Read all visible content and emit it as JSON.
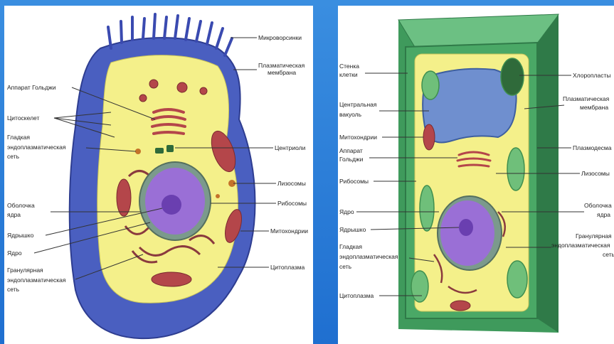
{
  "animal_cell": {
    "labels": {
      "microvilli": "Микроворсинки",
      "plasma_membrane_1": "Плазматическая",
      "plasma_membrane_2": "мембрана",
      "golgi": "Аппарат Гольджи",
      "cytoskeleton": "Цитоскелет",
      "smooth_er_1": "Гладкая",
      "smooth_er_2": "эндоплазматическая",
      "smooth_er_3": "сеть",
      "centrioles": "Центриоли",
      "lysosomes": "Лизосомы",
      "ribosomes": "Рибосомы",
      "nuclear_envelope_1": "Оболочка",
      "nuclear_envelope_2": "ядра",
      "nucleolus": "Ядрышко",
      "nucleus": "Ядро",
      "mitochondria": "Митохондрии",
      "rough_er_1": "Гранулярная",
      "rough_er_2": "эндоплазматическая",
      "rough_er_3": "сеть",
      "cytoplasm": "Цитоплазма"
    }
  },
  "plant_cell": {
    "labels": {
      "cell_wall_1": "Стенка",
      "cell_wall_2": "клетки",
      "central_vacuole_1": "Центральная",
      "central_vacuole_2": "вакуоль",
      "mitochondria": "Митохондрии",
      "golgi_1": "Аппарат",
      "golgi_2": "Гольджи",
      "ribosomes": "Рибосомы",
      "nucleus": "Ядро",
      "nucleolus": "Ядрышко",
      "smooth_er_1": "Гладкая",
      "smooth_er_2": "эндоплазматическая",
      "smooth_er_3": "сеть",
      "cytoplasm": "Цитоплазма",
      "chloroplasts": "Хлоропласты",
      "plasma_membrane_1": "Плазматическая",
      "plasma_membrane_2": "мембрана",
      "plasmodesmata": "Плазмодесма",
      "lysosomes": "Лизосомы",
      "nuclear_envelope_1": "Оболочка",
      "nuclear_envelope_2": "ядра",
      "rough_er_1": "Гранулярная",
      "rough_er_2": "эндоплазматическая",
      "rough_er_3": "сеть"
    }
  },
  "colors": {
    "background": "#2f7fd6",
    "animal_membrane": "#4a5fc0",
    "cytoplasm": "#f4f08a",
    "nucleus": "#9a6fd6",
    "plant_wall": "#4aa866",
    "vacuole": "#6f8fcf",
    "chloroplast": "#6fbf7a",
    "organelle": "#b4464a"
  }
}
